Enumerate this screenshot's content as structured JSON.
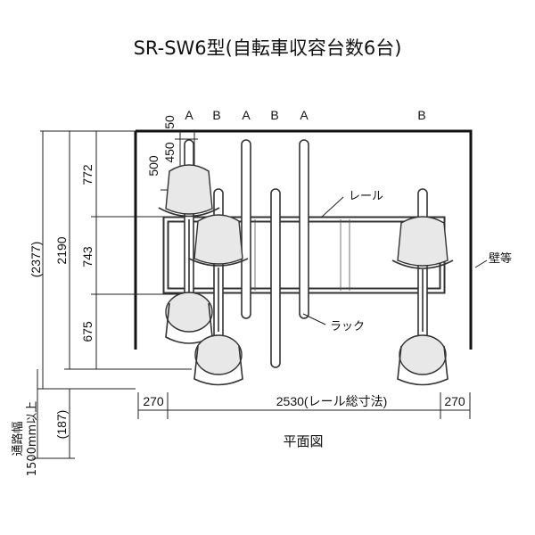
{
  "title": "SR-SW6型(自転車収容台数6台)",
  "caption": "平面図",
  "top_labels": [
    "50",
    "A",
    "B",
    "A",
    "B",
    "A",
    "B"
  ],
  "small_dims": [
    "500",
    "450"
  ],
  "left_dims": {
    "outer": "(2377)",
    "total": "2190",
    "segments": [
      "772",
      "743",
      "675"
    ],
    "below": "(187)"
  },
  "aisle_label": {
    "line1": "通路幅",
    "line2": "1500mm以上"
  },
  "bottom_dims": {
    "left": "270",
    "center": "2530(レール総寸法)",
    "right": "270"
  },
  "callouts": {
    "rail": "レール",
    "rack": "ラック",
    "wall": "壁等"
  }
}
